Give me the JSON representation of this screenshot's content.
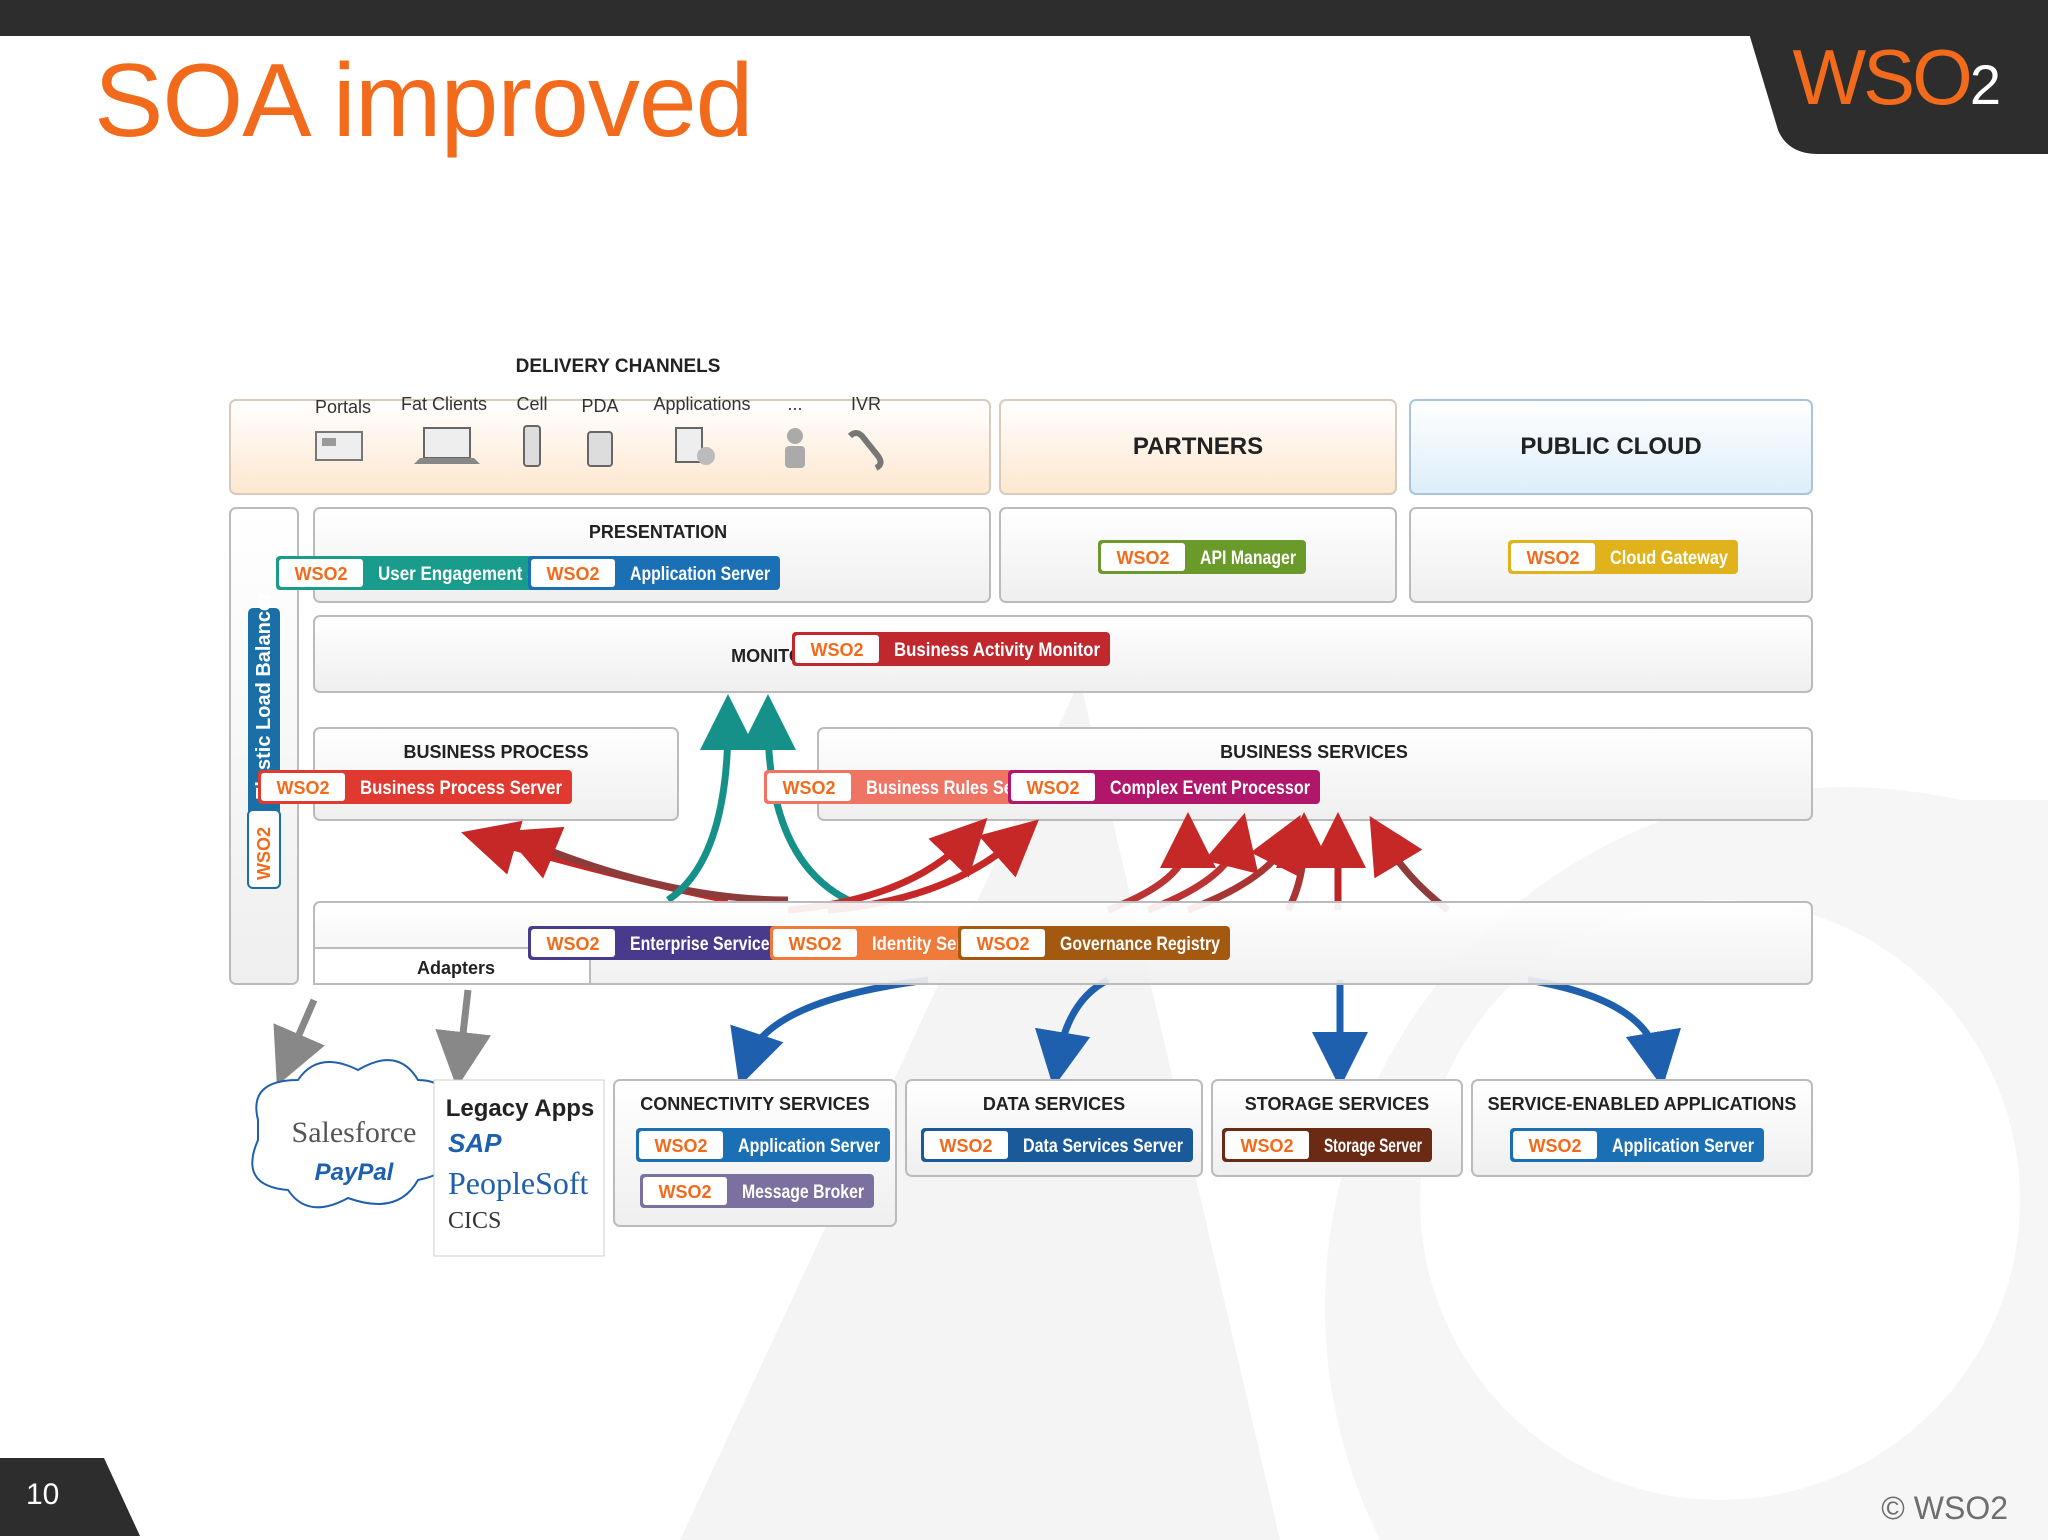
{
  "slide": {
    "title": "SOA improved",
    "page_number": "10",
    "copyright": "© WSO2",
    "logo_text": "WSO",
    "logo_sub": "2"
  },
  "colors": {
    "title": "#f26b1d",
    "accent_orange": "#f26b1d",
    "dark": "#2d2d2d"
  },
  "diagram": {
    "delivery_channels": {
      "title": "DELIVERY CHANNELS",
      "items": [
        "Portals",
        "Fat Clients",
        "Cell",
        "PDA",
        "Applications",
        "...",
        "IVR"
      ]
    },
    "partners": "PARTNERS",
    "public_cloud": "PUBLIC CLOUD",
    "elastic_lb": "Elastic Load Balancer",
    "presentation": {
      "title": "PRESENTATION",
      "products": [
        "User Engagement Server",
        "Application Server"
      ]
    },
    "partners_product": "API Manager",
    "cloud_product": "Cloud Gateway",
    "monitoring": {
      "title": "MONITORING AND ANALYTICS",
      "product": "Business Activity Monitor"
    },
    "business_process": {
      "title": "BUSINESS PROCESS",
      "product": "Business Process Server"
    },
    "business_services": {
      "title": "BUSINESS SERVICES",
      "products": [
        "Business Rules Server",
        "Complex Event Processor"
      ]
    },
    "bus_layer": {
      "adapters": "Adapters",
      "products": [
        "Enterprise Service Bus",
        "Identity Server",
        "Governance Registry"
      ]
    },
    "cloud_apps": [
      "Salesforce",
      "PayPal"
    ],
    "legacy": {
      "title": "Legacy Apps",
      "items": [
        "SAP",
        "PeopleSoft",
        "CICS"
      ]
    },
    "connectivity": {
      "title": "CONNECTIVITY SERVICES",
      "products": [
        "Application Server",
        "Message Broker"
      ]
    },
    "data_services": {
      "title": "DATA SERVICES",
      "product": "Data Services Server"
    },
    "storage": {
      "title": "STORAGE SERVICES",
      "product": "Storage Server"
    },
    "service_enabled": {
      "title": "SERVICE-ENABLED APPLICATIONS",
      "product": "Application Server"
    },
    "wso2_badge": "WSO2"
  }
}
